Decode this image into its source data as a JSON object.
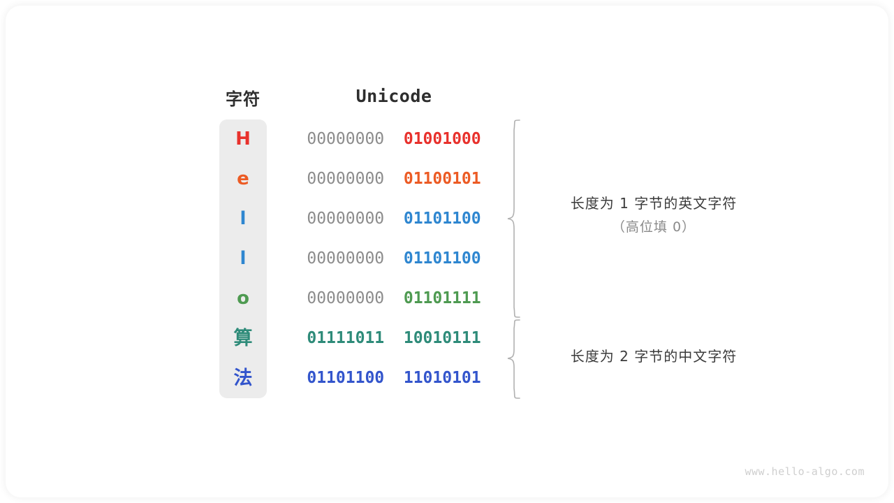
{
  "card": {
    "background": "#ffffff",
    "pill_background": "#ececec"
  },
  "headers": {
    "char": "字符",
    "unicode": "Unicode"
  },
  "rows": [
    {
      "char": "H",
      "color": "#e8312c",
      "is_cjk": false,
      "byte_hi": "00000000",
      "byte_lo": "01001000",
      "hi_is_padding": true
    },
    {
      "char": "e",
      "color": "#ec5b24",
      "is_cjk": false,
      "byte_hi": "00000000",
      "byte_lo": "01100101",
      "hi_is_padding": true
    },
    {
      "char": "l",
      "color": "#2e86d0",
      "is_cjk": false,
      "byte_hi": "00000000",
      "byte_lo": "01101100",
      "hi_is_padding": true
    },
    {
      "char": "l",
      "color": "#2e86d0",
      "is_cjk": false,
      "byte_hi": "00000000",
      "byte_lo": "01101100",
      "hi_is_padding": true
    },
    {
      "char": "o",
      "color": "#4e9a51",
      "is_cjk": false,
      "byte_hi": "00000000",
      "byte_lo": "01101111",
      "hi_is_padding": true
    },
    {
      "char": "算",
      "color": "#2e8b79",
      "is_cjk": true,
      "byte_hi": "01111011",
      "byte_lo": "10010111",
      "hi_is_padding": false
    },
    {
      "char": "法",
      "color": "#3355cc",
      "is_cjk": true,
      "byte_hi": "01101100",
      "byte_lo": "11010101",
      "hi_is_padding": false
    }
  ],
  "annotations": [
    {
      "main": "长度为 1 字节的英文字符",
      "sub": "（高位填 0）"
    },
    {
      "main": "长度为 2 字节的中文字符",
      "sub": ""
    }
  ],
  "watermark": "www.hello-algo.com",
  "colors": {
    "padding_zero": "#8c8c8c",
    "brace": "#b0b0b0",
    "annotation_main": "#3b3b3b",
    "annotation_sub": "#8a8a8a",
    "watermark": "#cfcfcf"
  }
}
